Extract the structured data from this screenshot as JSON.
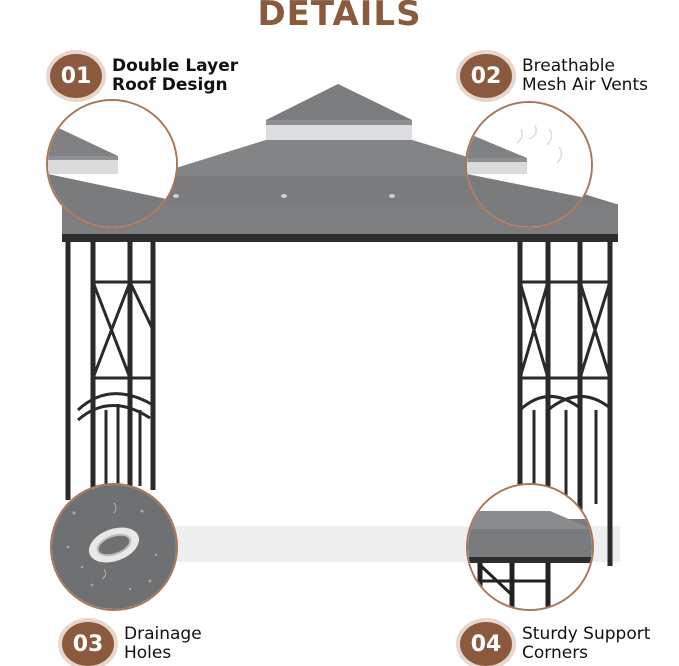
{
  "header": {
    "title": "DETAILS"
  },
  "features": [
    {
      "number": "01",
      "line1": "Double Layer",
      "line2": "Roof Design"
    },
    {
      "number": "02",
      "line1": "Breathable",
      "line2": "Mesh Air Vents"
    },
    {
      "number": "03",
      "line1": "Drainage",
      "line2": "Holes"
    },
    {
      "number": "04",
      "line1": "Sturdy Support",
      "line2": "Corners"
    }
  ],
  "colors": {
    "accent": "#8b5a3e",
    "canopy": "#7a7b7d",
    "frame": "#2b2b2b"
  }
}
